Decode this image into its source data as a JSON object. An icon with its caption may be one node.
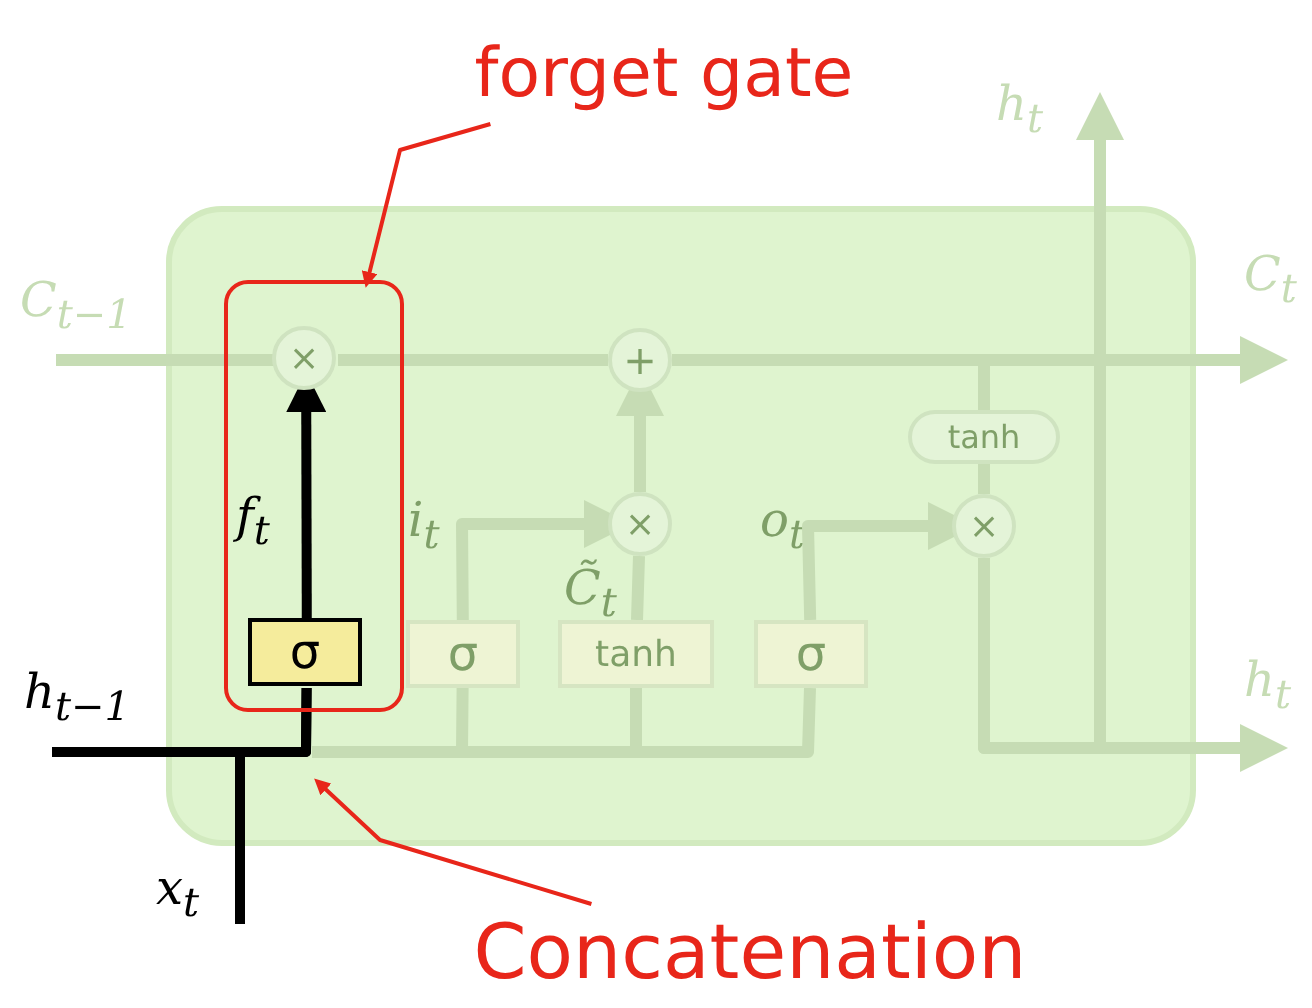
{
  "diagram": {
    "nodes": [
      {
        "text": [],
        "shape": "box"
      },
      {
        "text": [],
        "shape": "box",
        "in": 0
      },
      {
        "text": [
          "×"
        ],
        "in": 1
      },
      {
        "text": [
          "+"
        ],
        "in": 0
      },
      {
        "text": [
          "tanh"
        ],
        "in": 0
      },
      {
        "text": [
          "×"
        ],
        "in": 0
      },
      {
        "text": [
          "×"
        ],
        "in": 0
      },
      {
        "text": [
          "σ"
        ],
        "in": 1
      },
      {
        "text": [
          "σ"
        ],
        "in": 0
      },
      {
        "text": [
          "tanh"
        ],
        "in": 0
      },
      {
        "text": [
          "σ"
        ],
        "in": 0
      },
      {
        "text": [
          "forget gate"
        ]
      },
      {
        "text": [
          "Concatenation"
        ]
      }
    ],
    "edges": [
      {
        "from": null,
        "to": 2,
        "arrow": "none"
      },
      {
        "from": 2,
        "to": 3,
        "arrow": "none"
      },
      {
        "from": 3,
        "to": null,
        "arrow": "to"
      },
      {
        "from": 7,
        "to": 2,
        "arrow": "to",
        "color": "#000000"
      },
      {
        "from": 5,
        "to": 3,
        "arrow": "to"
      },
      {
        "from": 8,
        "to": 5,
        "arrow": "to"
      },
      {
        "from": 9,
        "to": 5,
        "arrow": "none"
      },
      {
        "from": null,
        "to": 4,
        "arrow": "none"
      },
      {
        "from": 4,
        "to": 6,
        "arrow": "none"
      },
      {
        "from": 10,
        "to": 6,
        "arrow": "to"
      },
      {
        "from": 6,
        "to": null,
        "arrow": "to"
      },
      {
        "from": 6,
        "to": null,
        "arrow": "to"
      },
      {
        "from": null,
        "to": 7,
        "arrow": "none",
        "color": "#000000"
      },
      {
        "from": null,
        "to": 7,
        "arrow": "none",
        "color": "#000000"
      },
      {
        "from": null,
        "to": 8,
        "arrow": "none"
      },
      {
        "from": null,
        "to": 9,
        "arrow": "none"
      },
      {
        "from": null,
        "to": 10,
        "arrow": "none"
      },
      {
        "from": 11,
        "to": 1,
        "arrow": "to",
        "color": "#e8261a"
      },
      {
        "from": 12,
        "to": null,
        "arrow": "to",
        "color": "#e8261a"
      }
    ],
    "labels": [
      "C$_{t−1}$",
      "h$_{t}$",
      "C$_{t}$",
      "f$_{t}$",
      "i$_{t}$",
      "o$_{t}$",
      "C̃$_{t}$",
      "h$_{t−1}$",
      "h$_{t}$",
      "x$_{t}$"
    ]
  }
}
